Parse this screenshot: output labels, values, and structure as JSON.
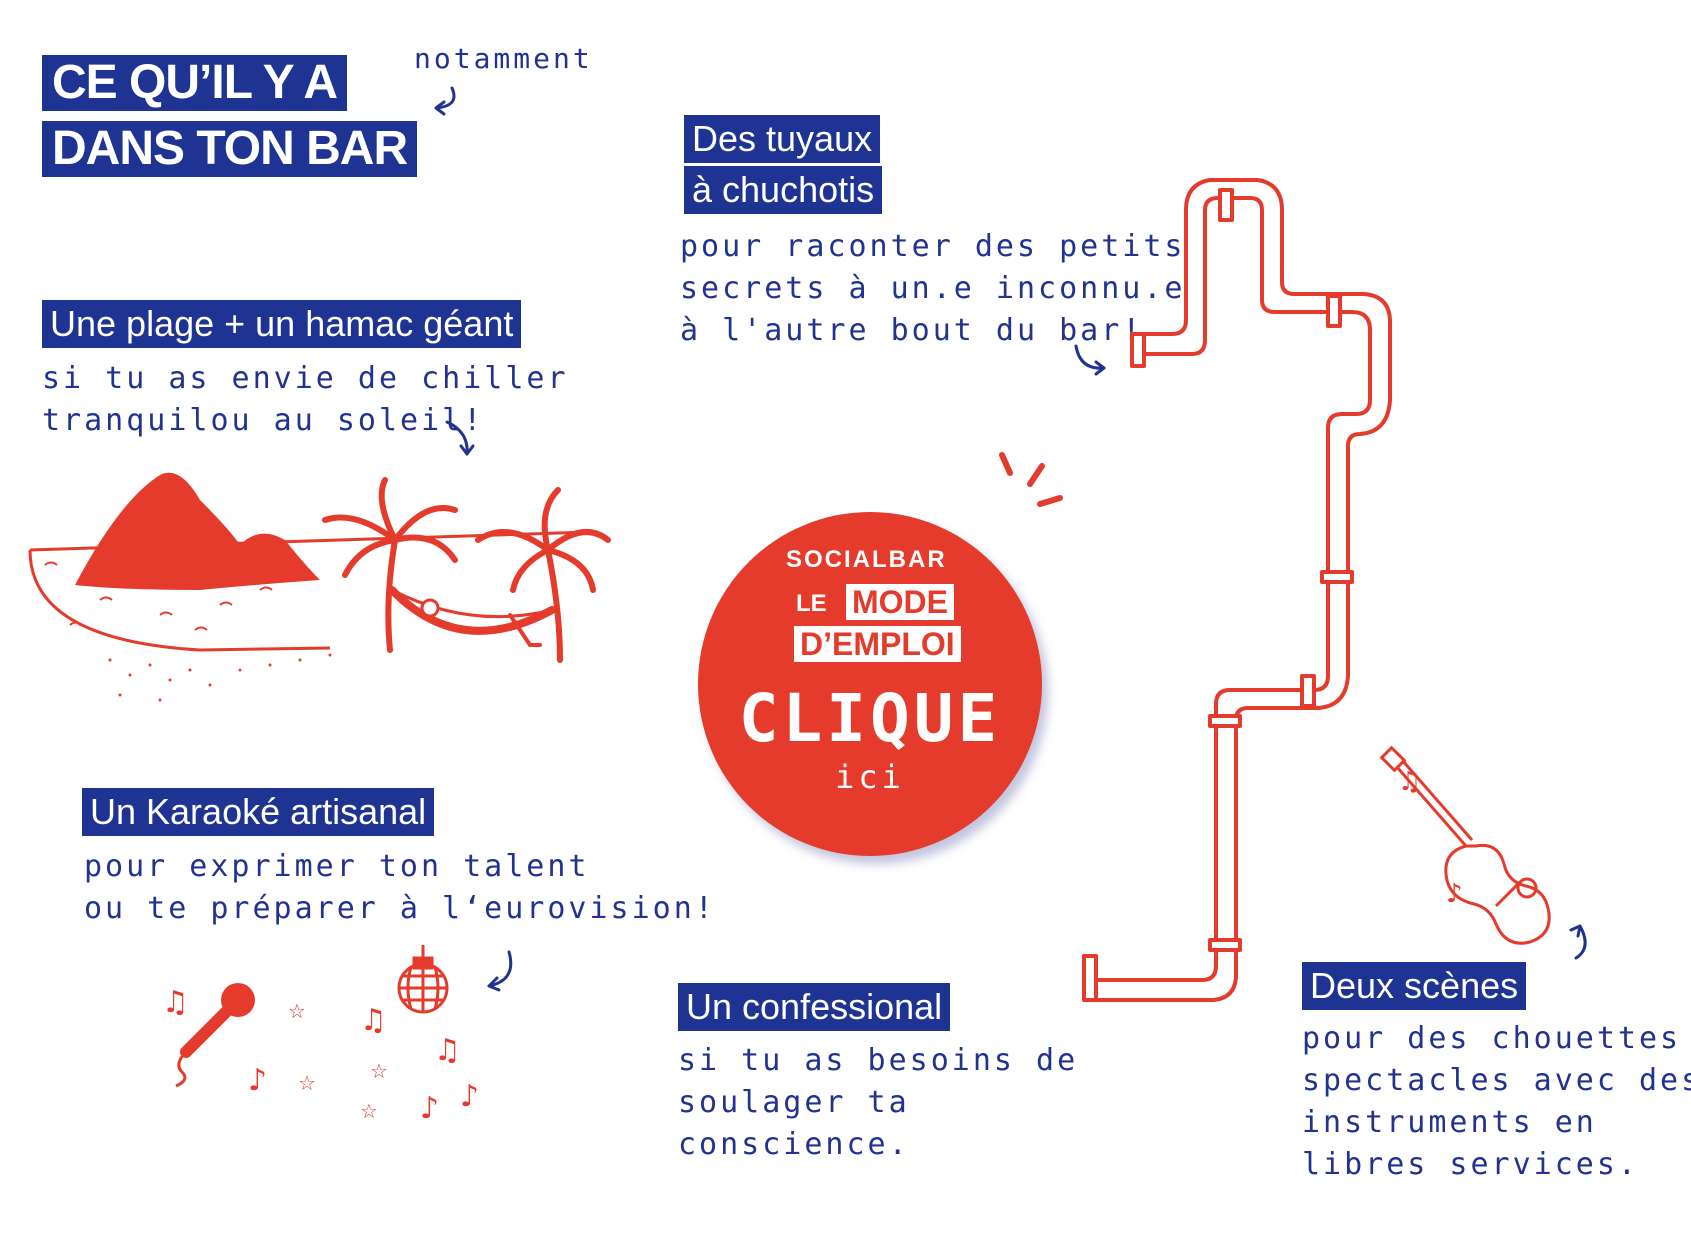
{
  "title": {
    "line1": "CE QU’IL Y A",
    "line2": "DANS TON BAR",
    "note": "notamment"
  },
  "sections": {
    "plage": {
      "heading": "Une plage + un hamac géant",
      "lines": [
        "si tu as envie de chiller",
        "tranquilou au soleil!"
      ]
    },
    "karaoke": {
      "heading": "Un Karaoké artisanal",
      "lines": [
        "pour exprimer ton talent",
        "ou te préparer à l‘eurovision!"
      ]
    },
    "tuyaux": {
      "heading_line1": "Des tuyaux",
      "heading_line2": "à chuchotis",
      "lines": [
        "pour raconter des petits",
        "secrets à un.e inconnu.e",
        "à l'autre bout du bar!"
      ]
    },
    "confessional": {
      "heading": "Un confessional",
      "lines": [
        "si tu as besoins de",
        "soulager ta",
        "conscience."
      ]
    },
    "scenes": {
      "heading": "Deux scènes",
      "lines": [
        "pour des chouettes",
        "spectacles avec des",
        "instruments en",
        "libres services."
      ]
    }
  },
  "badge": {
    "brand": "SOCIALBAR",
    "le": "LE",
    "line1": "MODE",
    "line2": "D’EMPLOI",
    "cta": "CLIQUE",
    "cta_sub": "ici"
  },
  "colors": {
    "blue": "#1f3393",
    "red": "#e43b2c",
    "background": "#ffffff"
  },
  "icons": [
    "beach-illustration",
    "hammock-palms-illustration",
    "microphone-icon",
    "disco-ball-icon",
    "music-notes-icon",
    "stars-icon",
    "pipes-illustration",
    "guitar-icon",
    "curved-arrow-icon"
  ]
}
